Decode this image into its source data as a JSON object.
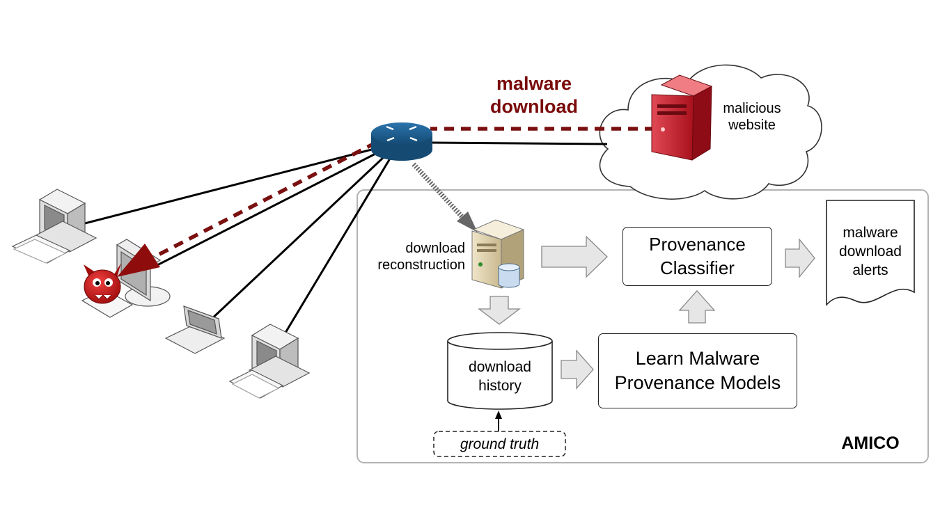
{
  "malware_download_label": [
    "malware",
    "download"
  ],
  "malicious_site": {
    "label": [
      "malicious",
      "website"
    ]
  },
  "download_reconstruction": [
    "download",
    "reconstruction"
  ],
  "provenance_classifier": [
    "Provenance",
    "Classifier"
  ],
  "alerts": [
    "malware",
    "download",
    "alerts"
  ],
  "download_history": [
    "download",
    "history"
  ],
  "learn_models": [
    "Learn Malware",
    "Provenance Models"
  ],
  "ground_truth": "ground truth",
  "system_name": "AMICO",
  "colors": {
    "malware_path": "#7a1010",
    "router": "#1f5c8a",
    "malicious_server": "#c8202d",
    "collector_server": "#d8c9a3",
    "arrow_fill": "#e6e6e6",
    "container_border": "#b3b3b3"
  },
  "icons": [
    "router-icon",
    "desktop-computer-icon",
    "laptop-icon",
    "infected-desktop-icon",
    "devil-malware-icon",
    "server-icon",
    "database-icon",
    "cloud-icon",
    "document-icon"
  ]
}
